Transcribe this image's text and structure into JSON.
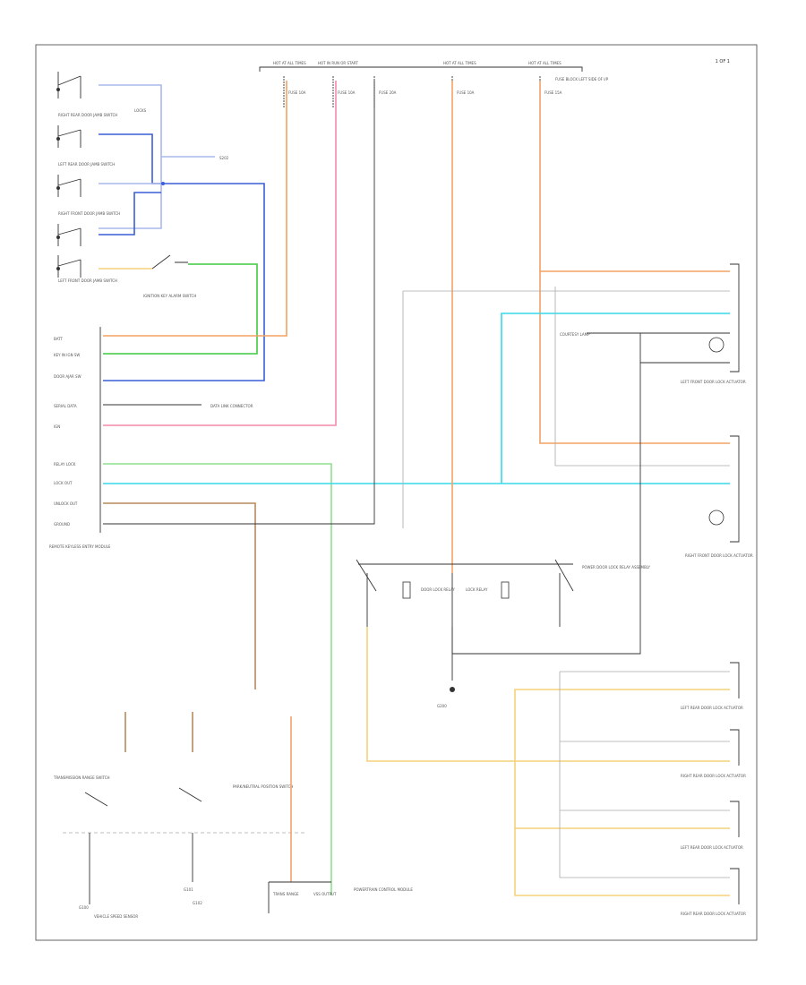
{
  "diagram": {
    "corner_label": "1 OF 1",
    "footer_label": "",
    "fuse_headers": [
      {
        "key": "f1",
        "text": "HOT AT ALL TIMES"
      },
      {
        "key": "f2",
        "text": "HOT IN RUN OR START"
      },
      {
        "key": "f3",
        "text": "HOT AT ALL TIMES"
      },
      {
        "key": "f4",
        "text": "HOT AT ALL TIMES"
      }
    ],
    "fuse_labels": [
      {
        "key": "fu1",
        "text": "FUSE 10A"
      },
      {
        "key": "fu2",
        "text": "FUSE 10A"
      },
      {
        "key": "fu3",
        "text": "FUSE 20A"
      },
      {
        "key": "fu4",
        "text": "FUSE 10A"
      },
      {
        "key": "fu5",
        "text": "FUSE 15A"
      }
    ],
    "fuse_block_note": "FUSE BLOCK LEFT SIDE OF I/P",
    "door_switches": [
      {
        "key": "ds1",
        "text": "LOCKS"
      },
      {
        "key": "ds2",
        "text": "RIGHT REAR DOOR JAMB SWITCH"
      },
      {
        "key": "ds3",
        "text": "LEFT REAR DOOR JAMB SWITCH"
      },
      {
        "key": "ds4",
        "text": "RIGHT FRONT DOOR JAMB SWITCH"
      },
      {
        "key": "ds5",
        "text": "LEFT FRONT DOOR JAMB SWITCH"
      }
    ],
    "ignition_key_switch": "IGNITION KEY ALARM SWITCH",
    "dlc_note": "DATA LINK CONNECTOR",
    "splice_note": "S202",
    "module_label": "REMOTE KEYLESS ENTRY MODULE",
    "module_pins": [
      {
        "key": "p1",
        "text": "BATT"
      },
      {
        "key": "p2",
        "text": "KEY IN IGN SW"
      },
      {
        "key": "p3",
        "text": "DOOR AJAR SW"
      },
      {
        "key": "p4",
        "text": "SERIAL DATA"
      },
      {
        "key": "p5",
        "text": "IGN"
      },
      {
        "key": "p6",
        "text": "RELAY LOCK"
      },
      {
        "key": "p7",
        "text": "LOCK OUT"
      },
      {
        "key": "p8",
        "text": "UNLOCK OUT"
      },
      {
        "key": "p9",
        "text": "GROUND"
      }
    ],
    "door_lock_relay": "DOOR LOCK RELAY",
    "lock_relay": "LOCK RELAY",
    "relay_box": "POWER DOOR LOCK RELAY ASSEMBLY",
    "left_door_lock_actuator": "LEFT FRONT DOOR LOCK ACTUATOR",
    "right_door_lock_actuator": "RIGHT FRONT DOOR LOCK ACTUATOR",
    "courtesy_lamp": "COURTESY LAMP",
    "ground_label": "G200",
    "rear_actuators": [
      {
        "key": "a1",
        "text": "LEFT REAR DOOR LOCK ACTUATOR"
      },
      {
        "key": "a2",
        "text": "RIGHT REAR DOOR LOCK ACTUATOR"
      },
      {
        "key": "a3",
        "text": "LEFT REAR DOOR LOCK ACTUATOR"
      },
      {
        "key": "a4",
        "text": "RIGHT REAR DOOR LOCK ACTUATOR"
      }
    ],
    "lower_switches": [
      {
        "key": "ls1",
        "text": "TRANSMISSION RANGE SWITCH"
      },
      {
        "key": "ls2",
        "text": "PARK/NEUTRAL POSITION SWITCH"
      },
      {
        "key": "ls3",
        "text": "VEHICLE SPEED SENSOR"
      }
    ],
    "bottom_module": "POWERTRAIN CONTROL MODULE",
    "bottom_module_pins": [
      {
        "key": "b1",
        "text": "TRANS RANGE"
      },
      {
        "key": "b2",
        "text": "VSS OUTPUT"
      }
    ],
    "grounds": [
      {
        "key": "g1",
        "text": "G100"
      },
      {
        "key": "g2",
        "text": "G101"
      },
      {
        "key": "g3",
        "text": "G102"
      }
    ],
    "wire_colors": {
      "orange": "#f2a264",
      "pink": "#f48aa8",
      "blue": "#3a5fd6",
      "lightblue": "#a9b8ea",
      "green": "#3ec93e",
      "lightgreen": "#8ee08e",
      "cyan": "#36d9e8",
      "brown": "#b88a5c",
      "yellow": "#f3d27a",
      "black": "#333333",
      "gray": "#b0b0b0",
      "tan": "#e6c79a"
    }
  }
}
